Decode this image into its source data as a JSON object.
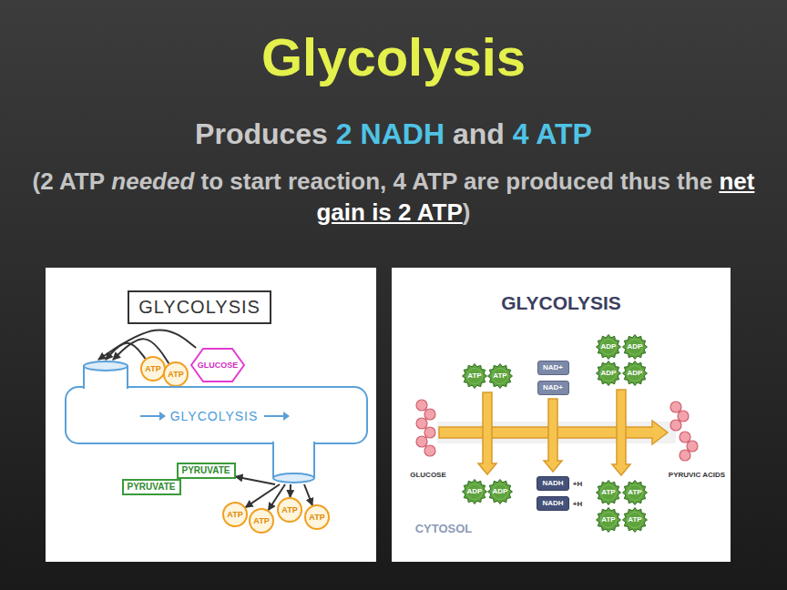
{
  "diagram": {
    "title": "Glycolysis",
    "nodes": [
      {
        "text": [
          "GLYCOLYSIS"
        ]
      },
      {
        "text": [
          "ATP"
        ]
      },
      {
        "text": [
          "ATP"
        ]
      },
      {
        "text": [
          "GLUCOSE"
        ]
      },
      {
        "text": [
          "GLYCOLYSIS"
        ]
      },
      {
        "text": [
          "PYRUVATE"
        ]
      },
      {
        "text": [
          "PYRUVATE"
        ]
      },
      {
        "text": [
          "ATP"
        ]
      },
      {
        "text": [
          "ATP"
        ]
      },
      {
        "text": [
          "ATP"
        ]
      },
      {
        "text": [
          "ATP"
        ]
      },
      {
        "text": [
          "ATP"
        ]
      },
      {
        "text": [
          "ATP"
        ]
      },
      {
        "text": [
          "NAD+"
        ]
      },
      {
        "text": [
          "NAD+"
        ]
      },
      {
        "text": [
          "ADP"
        ]
      },
      {
        "text": [
          "ADP"
        ]
      },
      {
        "text": [
          "ADP"
        ]
      },
      {
        "text": [
          "ADP"
        ]
      },
      {
        "text": [
          "ADP"
        ]
      },
      {
        "text": [
          "ADP"
        ]
      },
      {
        "text": [
          "NADH"
        ]
      },
      {
        "text": [
          "NADH"
        ]
      },
      {
        "text": [
          "ATP"
        ]
      },
      {
        "text": [
          "ATP"
        ]
      },
      {
        "text": [
          "ATP"
        ]
      },
      {
        "text": [
          "ATP"
        ]
      }
    ],
    "edges": [
      {
        "from": 1,
        "to": 4,
        "arrow": "to"
      },
      {
        "from": 2,
        "to": 4,
        "arrow": "to"
      },
      {
        "from": 3,
        "to": 4,
        "arrow": "to"
      },
      {
        "from": 4,
        "to": 5,
        "arrow": "to"
      },
      {
        "from": 4,
        "to": 7,
        "arrow": "to"
      },
      {
        "from": 4,
        "to": 8,
        "arrow": "to"
      },
      {
        "from": 4,
        "to": 9,
        "arrow": "to"
      },
      {
        "from": 4,
        "to": 10,
        "arrow": "to"
      }
    ],
    "labels": [
      "Produces",
      "2 NADH",
      "and",
      "4 ATP",
      "(2 ATP",
      "needed",
      "to start reaction, 4 ATP are produced thus the",
      "net gain is 2 ATP",
      ")",
      "GLYCOLYSIS",
      "GLUCOSE",
      "PYRUVIC ACIDS",
      "+H",
      "+H",
      "CYTOSOL"
    ]
  }
}
